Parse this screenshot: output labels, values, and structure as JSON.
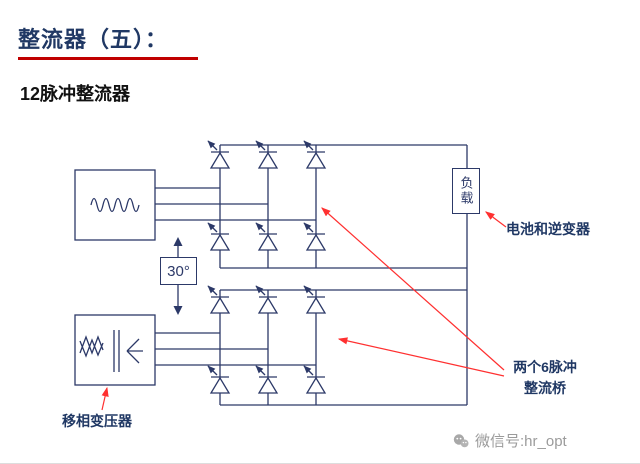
{
  "slide": {
    "title": "整流器（五）：",
    "subtitle": "12脉冲整流器"
  },
  "diagram": {
    "load_label": "负载",
    "angle_label": "30°",
    "labels": {
      "battery_inverter": "电池和逆变器",
      "bridges_line1": "两个6脉冲",
      "bridges_line2": "整流桥",
      "phase_transformer": "移相变压器"
    }
  },
  "footer": {
    "wechat_id": "微信号:hr_opt"
  },
  "colors": {
    "title_navy": "#203864",
    "underline_red": "#c00000",
    "circuit_navy": "#2c3968",
    "annotation_red": "#ff3030",
    "footer_gray": "#9b9b9b"
  }
}
